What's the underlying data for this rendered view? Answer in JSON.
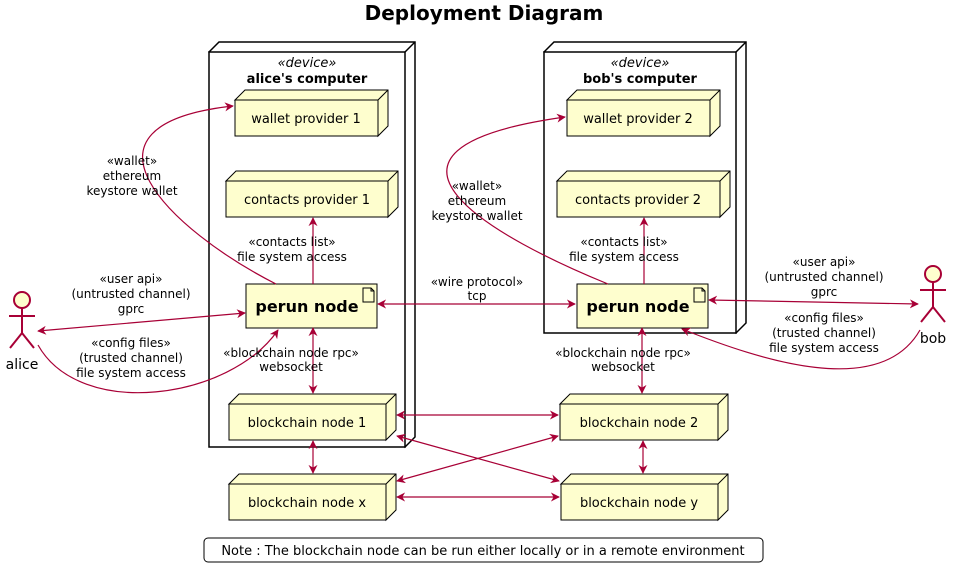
{
  "title": "Deployment Diagram",
  "colors": {
    "node_fill": "#FEFECE",
    "stroke": "#000000",
    "arrow": "#A80036",
    "actor_stroke": "#A80036"
  },
  "devices": [
    {
      "stereotype": "«device»",
      "name": "alice's computer"
    },
    {
      "stereotype": "«device»",
      "name": "bob's computer"
    }
  ],
  "nodes": {
    "wallet1": "wallet provider 1",
    "wallet2": "wallet provider 2",
    "contacts1": "contacts provider 1",
    "contacts2": "contacts provider 2",
    "perun_alice": "perun node",
    "perun_bob": "perun node",
    "bc1": "blockchain node 1",
    "bc2": "blockchain node 2",
    "bcx": "blockchain node x",
    "bcy": "blockchain node y"
  },
  "actors": {
    "alice": "alice",
    "bob": "bob"
  },
  "edge_labels": {
    "wallet_alice": [
      "«wallet»",
      "ethereum",
      "keystore wallet"
    ],
    "wallet_bob": [
      "«wallet»",
      "ethereum",
      "keystore wallet"
    ],
    "contacts_alice": [
      "«contacts list»",
      "file system access"
    ],
    "contacts_bob": [
      "«contacts list»",
      "file system access"
    ],
    "wire": [
      "«wire protocol»",
      "tcp"
    ],
    "userapi_alice": [
      "«user api»",
      "(untrusted channel)",
      "gprc"
    ],
    "config_alice": [
      "«config files»",
      "(trusted channel)",
      "file system access"
    ],
    "userapi_bob": [
      "«user api»",
      "(untrusted channel)",
      "gprc"
    ],
    "config_bob": [
      "«config files»",
      "(trusted channel)",
      "file system access"
    ],
    "rpc_alice": [
      "«blockchain node rpc»",
      "websocket"
    ],
    "rpc_bob": [
      "«blockchain node rpc»",
      "websocket"
    ]
  },
  "note": "Note : The blockchain node can be run either locally or in a remote environment"
}
